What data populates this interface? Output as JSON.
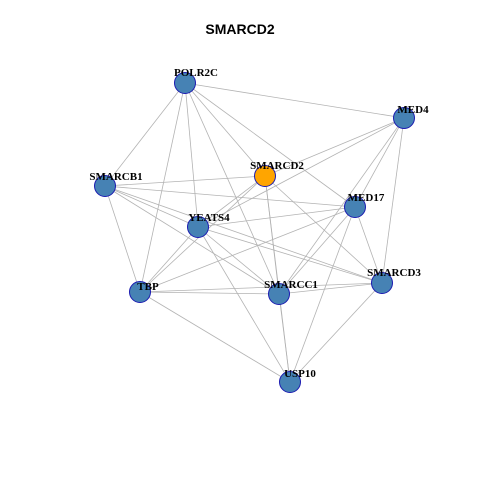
{
  "graph": {
    "title": "SMARCD2",
    "colors": {
      "focus_node_fill": "#FFA500",
      "node_fill": "#4682B4",
      "node_border": "#1A1AB0",
      "edge": "#B3B3B3"
    },
    "nodes": [
      {
        "id": "POLR2C",
        "label": "POLR2C",
        "focus": false
      },
      {
        "id": "MED4",
        "label": "MED4",
        "focus": false
      },
      {
        "id": "SMARCD2",
        "label": "SMARCD2",
        "focus": true
      },
      {
        "id": "SMARCB1",
        "label": "SMARCB1",
        "focus": false
      },
      {
        "id": "MED17",
        "label": "MED17",
        "focus": false
      },
      {
        "id": "YEATS4",
        "label": "YEATS4",
        "focus": false
      },
      {
        "id": "SMARCD3",
        "label": "SMARCD3",
        "focus": false
      },
      {
        "id": "TBP",
        "label": "TBP",
        "focus": false
      },
      {
        "id": "SMARCC1",
        "label": "SMARCC1",
        "focus": false
      },
      {
        "id": "USP10",
        "label": "USP10",
        "focus": false
      }
    ],
    "edges": [
      [
        "POLR2C",
        "MED4"
      ],
      [
        "POLR2C",
        "SMARCB1"
      ],
      [
        "POLR2C",
        "SMARCD2"
      ],
      [
        "POLR2C",
        "MED17"
      ],
      [
        "POLR2C",
        "YEATS4"
      ],
      [
        "POLR2C",
        "TBP"
      ],
      [
        "POLR2C",
        "SMARCC1"
      ],
      [
        "MED4",
        "SMARCD2"
      ],
      [
        "MED4",
        "MED17"
      ],
      [
        "MED4",
        "YEATS4"
      ],
      [
        "MED4",
        "SMARCC1"
      ],
      [
        "MED4",
        "SMARCD3"
      ],
      [
        "SMARCD2",
        "SMARCB1"
      ],
      [
        "SMARCD2",
        "YEATS4"
      ],
      [
        "SMARCD2",
        "TBP"
      ],
      [
        "SMARCD2",
        "SMARCC1"
      ],
      [
        "SMARCD2",
        "USP10"
      ],
      [
        "SMARCD2",
        "SMARCD3"
      ],
      [
        "SMARCB1",
        "MED17"
      ],
      [
        "SMARCB1",
        "YEATS4"
      ],
      [
        "SMARCB1",
        "TBP"
      ],
      [
        "SMARCB1",
        "SMARCC1"
      ],
      [
        "SMARCB1",
        "SMARCD3"
      ],
      [
        "MED17",
        "YEATS4"
      ],
      [
        "MED17",
        "TBP"
      ],
      [
        "MED17",
        "SMARCC1"
      ],
      [
        "MED17",
        "SMARCD3"
      ],
      [
        "MED17",
        "USP10"
      ],
      [
        "YEATS4",
        "TBP"
      ],
      [
        "YEATS4",
        "SMARCC1"
      ],
      [
        "YEATS4",
        "SMARCD3"
      ],
      [
        "YEATS4",
        "USP10"
      ],
      [
        "SMARCD3",
        "TBP"
      ],
      [
        "SMARCD3",
        "SMARCC1"
      ],
      [
        "SMARCD3",
        "USP10"
      ],
      [
        "TBP",
        "SMARCC1"
      ],
      [
        "TBP",
        "USP10"
      ],
      [
        "SMARCC1",
        "USP10"
      ]
    ]
  }
}
